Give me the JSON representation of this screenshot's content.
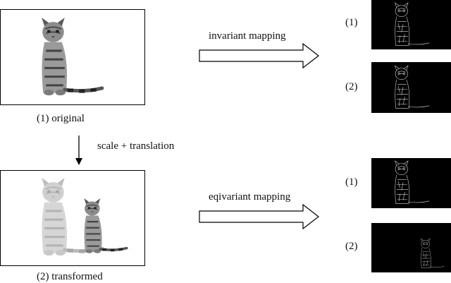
{
  "original": {
    "caption": "(1) original"
  },
  "transformed": {
    "caption": "(2) transformed"
  },
  "transform_step": {
    "label": "scale + translation"
  },
  "invariant": {
    "label": "invariant mapping",
    "outputs": [
      {
        "index": "(1)"
      },
      {
        "index": "(2)"
      }
    ]
  },
  "equivariant": {
    "label": "eqivariant mapping",
    "outputs": [
      {
        "index": "(1)"
      },
      {
        "index": "(2)"
      }
    ]
  },
  "colors": {
    "panel_border": "#000000",
    "feature_bg": "#000000",
    "arrow_stroke": "#000000"
  }
}
